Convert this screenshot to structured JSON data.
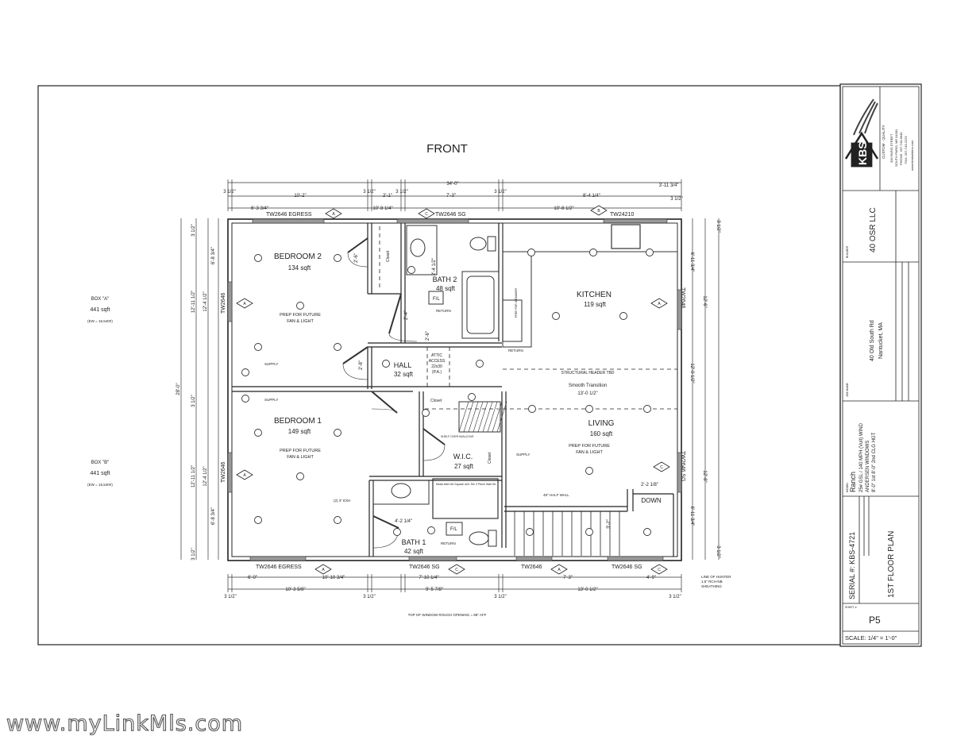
{
  "sheet": {
    "heading": "FRONT",
    "note_bottom": "TOP OF WINDOW ROUGH OPENING = 88\" AFF",
    "line_of_hunter": [
      "LINE OF HUNTER",
      "1.5\" RCH-NB",
      "SHEATHING"
    ]
  },
  "boxes": [
    {
      "label": "BOX \"A\"",
      "area": "441 sqft",
      "weight": "(EW = 16,540#)"
    },
    {
      "label": "BOX \"B\"",
      "area": "441 sqft",
      "weight": "(EW = 16,540#)"
    }
  ],
  "rooms": {
    "bedroom2": {
      "name": "BEDROOM 2",
      "area": "134 sqft",
      "note1": "PREP FOR FUTURE",
      "note2": "FAN & LIGHT"
    },
    "bath2": {
      "name": "BATH 2",
      "area": "48 sqft"
    },
    "kitchen": {
      "name": "KITCHEN",
      "area": "119 sqft"
    },
    "hall": {
      "name": "HALL",
      "area": "32 sqft"
    },
    "attic": {
      "l1": "ATTIC",
      "l2": "ACCESS",
      "l3": "22x30",
      "l4": "(P.A.)"
    },
    "bedroom1": {
      "name": "BEDROOM 1",
      "area": "149 sqft",
      "note1": "PREP FOR FUTURE",
      "note2": "FAN & LIGHT"
    },
    "wic": {
      "name": "W.I.C.",
      "area": "27 sqft"
    },
    "living": {
      "name": "LIVING",
      "area": "160 sqft",
      "note1": "PREP FOR FUTURE",
      "note2": "FAN & LIGHT"
    },
    "bath1": {
      "name": "BATH 1",
      "area": "42 sqft"
    }
  },
  "labels": {
    "closet": "Closet",
    "supply": "SUPPLY",
    "return": "RETURN",
    "fl": "F/L",
    "structural_header": "STRUCTURAL HEADER TBD",
    "smooth_transition": "Smooth Transition",
    "smooth_dim": "13'-0 1/2\"",
    "half_wall": "48\" HALF WALL",
    "down": "DOWN",
    "exhaust": "(2) 3\" EXH",
    "shower": "Mstar Alter 60-Square w/U-Tile 3 Piece Wall Kit",
    "prep_icemaker": "PREP FOR ICEMAKER",
    "shelf": "SHELF OVER W/ALCOVE"
  },
  "windows": {
    "top": [
      {
        "tag": "TW2646 EGRESS",
        "type": "A"
      },
      {
        "tag": "TW2646 SG",
        "type": "C"
      },
      {
        "tag": "TW24210",
        "type": "B"
      }
    ],
    "bottom": [
      {
        "tag": "TW2646 EGRESS",
        "type": "A"
      },
      {
        "tag": "TW2646 SG",
        "type": "C"
      },
      {
        "tag": "TW2646",
        "type": "A"
      },
      {
        "tag": "TW2646 SG",
        "type": "C"
      }
    ],
    "side": [
      {
        "tag": "TW2646",
        "type": "A"
      },
      {
        "tag": "TW2646",
        "type": "A"
      },
      {
        "tag": "TW2646",
        "type": "A"
      },
      {
        "tag": "TW2646 SG",
        "type": "C"
      }
    ]
  },
  "dimensions": {
    "top_overall": "34'-0\"",
    "top_row2": [
      "3 1/2\"",
      "10'-2\"",
      "3 1/2\"",
      "2'-1\"",
      "3 1/2\"",
      "7'-3\"",
      "3 1/2\"",
      "8'-4 1/4\"",
      "3'-11 3/4\""
    ],
    "top_row3": [
      "6'-3 3/4\"",
      "10'-8 1/4\"",
      "10'-8 1/2\"",
      "3 1/2\""
    ],
    "bottom_row1": [
      "6'-0\"",
      "10'-10 3/4\"",
      "7'-10 1/4\"",
      "7'-3\"",
      "4'-9\""
    ],
    "bottom_row2": [
      "10'-3 5/8\"",
      "9'-5 7/8\"",
      "13'-0 1/2\""
    ],
    "bottom_row3": [
      "3 1/2\"",
      "3 1/2\"",
      "3 1/2\"",
      "3 1/2\""
    ],
    "left_overall": "28'-0\"",
    "left": [
      "12'-11 1/2\"",
      "3 1/2\"",
      "12'-11 1/2\"",
      "12'-4 1/2\"",
      "12'-4 1/2\"",
      "6'-8 3/4\"",
      "6'-8 3/4\"",
      "3 1/2\"",
      "3 1/2\""
    ],
    "right": [
      "6'-11 3/4\"",
      "12'-6\"",
      "12'-0 1/2\"",
      "12'-8\"",
      "6'-11 3/4\"",
      "3 1/2\"",
      "3 1/2\""
    ],
    "interior": [
      "2'-6\"",
      "2'-4 1/2\"",
      "2'-4\"",
      "2'-6\"",
      "2'-8\"",
      "2'-2 1/8\"",
      "3'-2\"",
      "4'-2 1/4\""
    ]
  },
  "title_block": {
    "company_tagline": "CUSTOM · QUALITY",
    "company_address": [
      "300 PARIS STREET",
      "SOUTH PARIS, ME 04281",
      "PHONE: 207-743-5840",
      "FAX: 207-743-2225",
      "www.kbsbuilders.com"
    ],
    "logo": "KBS",
    "owner_label": "BUILDER",
    "owner": "40 OSR LLC",
    "job_label": "JOB NAME",
    "job_address1": "40 Old South Rd",
    "job_address2": "Nantucket, MA",
    "model_label": "MODEL",
    "model": "Ranch",
    "spec1": "25# GSL / 140 MPH (Vult) WIND",
    "spec2": "ANDERSEN WINDOWS",
    "spec3": "8'-0\" 1st 8'-0\" 2nd CLG HGT",
    "serial": "SERIAL #: KBS-4721",
    "plan_title": "1ST FLOOR PLAN",
    "sheet_label": "SHEET #",
    "sheet": "P5",
    "scale": "SCALE:   1/4\" = 1'-0\""
  },
  "watermark": "www.myLinkMls.com"
}
